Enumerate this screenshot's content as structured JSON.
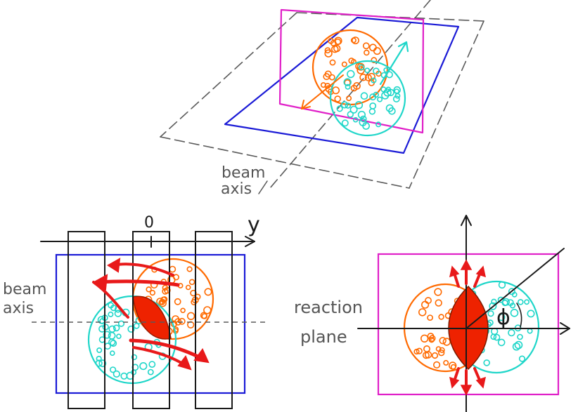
{
  "top_panel": {
    "beam_label_line1": "beam",
    "beam_label_line2": "axis"
  },
  "left_panel": {
    "origin_label": "0",
    "y_axis_label": "y",
    "beam_label_line1": "beam",
    "beam_label_line2": "axis"
  },
  "right_panel": {
    "plane_label_line1": "reaction",
    "plane_label_line2": "plane",
    "angle_label": "ϕ"
  },
  "colors": {
    "nucleus_a": "#ff6a00",
    "nucleus_b": "#1fd6c9",
    "overlap": "#ee2200",
    "flow_arrows": "#e8191a",
    "transverse_plane": "#1a1ad6",
    "reaction_plane": "#e020c8",
    "lines": "#1a1a1a",
    "dashed": "#5a5a5a"
  }
}
